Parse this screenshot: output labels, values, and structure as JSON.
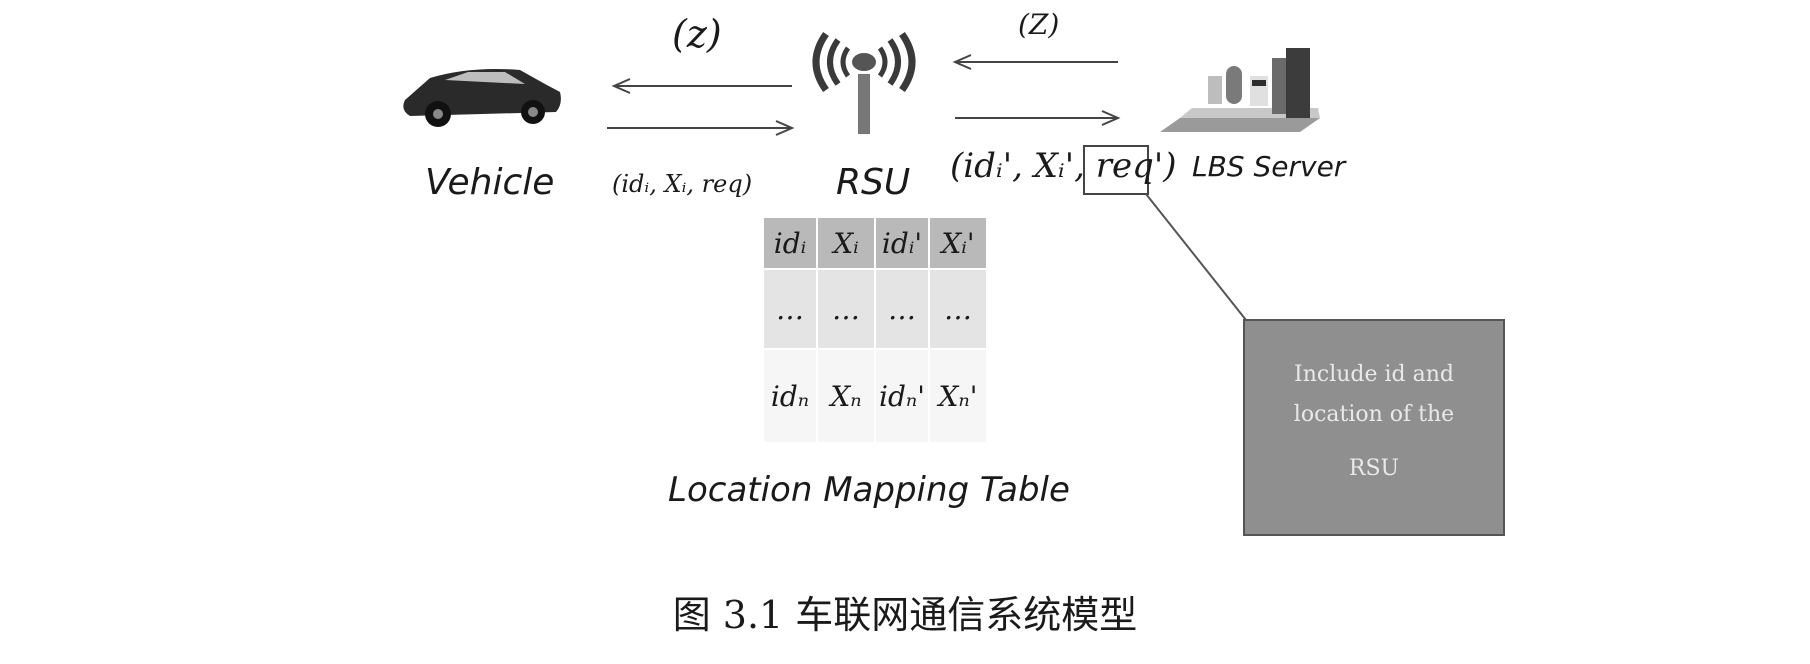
{
  "diagram": {
    "labels": {
      "vehicle": "Vehicle",
      "rsu": "RSU",
      "lbs_server": "LBS Server",
      "z_left": "(z)",
      "z_right": "(Z)",
      "msg_left": "(idᵢ, Xᵢ, req)",
      "msg_right": "(idᵢ', Xᵢ', req')",
      "table_title": "Location Mapping Table"
    },
    "table": {
      "header": [
        "idᵢ",
        "Xᵢ",
        "idᵢ'",
        "Xᵢ'"
      ],
      "middle": [
        "…",
        "…",
        "…",
        "…"
      ],
      "bottom": [
        "idₙ",
        "Xₙ",
        "idₙ'",
        "Xₙ'"
      ]
    },
    "note": [
      "Include id and",
      "location of the",
      "RSU"
    ],
    "caption": "图 3.1 车联网通信系统模型"
  }
}
